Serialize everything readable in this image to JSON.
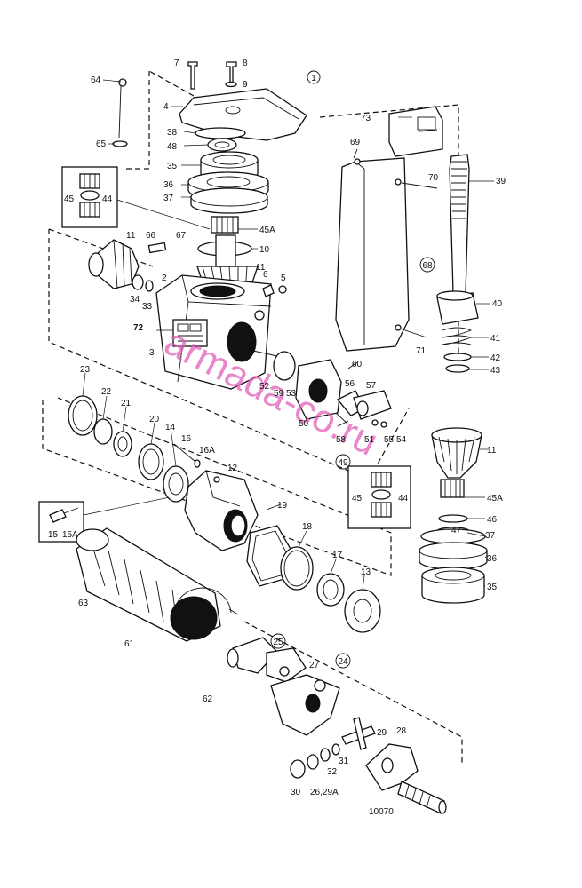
{
  "diagram": {
    "drawing_number": "10070",
    "watermark": "armada-co.ru",
    "labels": {
      "l1": "1",
      "l2": "2",
      "l3": "3",
      "l4": "4",
      "l5": "5",
      "l6": "6",
      "l7": "7",
      "l8": "8",
      "l9": "9",
      "l10": "10",
      "l11a": "11",
      "l11b": "11",
      "l11c": "11",
      "l12": "12",
      "l13": "13",
      "l14": "14",
      "l15": "15",
      "l15A": "15A",
      "l16": "16",
      "l16A": "16A",
      "l17": "17",
      "l18": "18",
      "l19": "19",
      "l20": "20",
      "l21": "21",
      "l22": "22",
      "l23": "23",
      "l24": "24",
      "l25": "25",
      "l26": "26,29A",
      "l27": "27",
      "l28": "28",
      "l29": "29",
      "l30": "30",
      "l31": "31",
      "l32": "32",
      "l33": "33",
      "l34": "34",
      "l35a": "35",
      "l35b": "35",
      "l36a": "36",
      "l36b": "36",
      "l37a": "37",
      "l37b": "37",
      "l38": "38",
      "l39": "39",
      "l40": "40",
      "l41": "41",
      "l42": "42",
      "l43": "43",
      "l44a": "44",
      "l44b": "44",
      "l45a": "45",
      "l45b": "45",
      "l45Aa": "45A",
      "l45Ab": "45A",
      "l46": "46",
      "l47": "47",
      "l48": "48",
      "l49": "49",
      "l50": "50",
      "l51": "51",
      "l52": "52",
      "l53": "53",
      "l54": "54",
      "l55": "55",
      "l56": "56",
      "l57": "57",
      "l58": "58",
      "l59": "59",
      "l60": "60",
      "l61": "61",
      "l62": "62",
      "l63": "63",
      "l64": "64",
      "l65": "65",
      "l66": "66",
      "l67": "67",
      "l68": "68",
      "l69": "69",
      "l70": "70",
      "l71": "71",
      "l72": "72",
      "l73": "73"
    }
  }
}
